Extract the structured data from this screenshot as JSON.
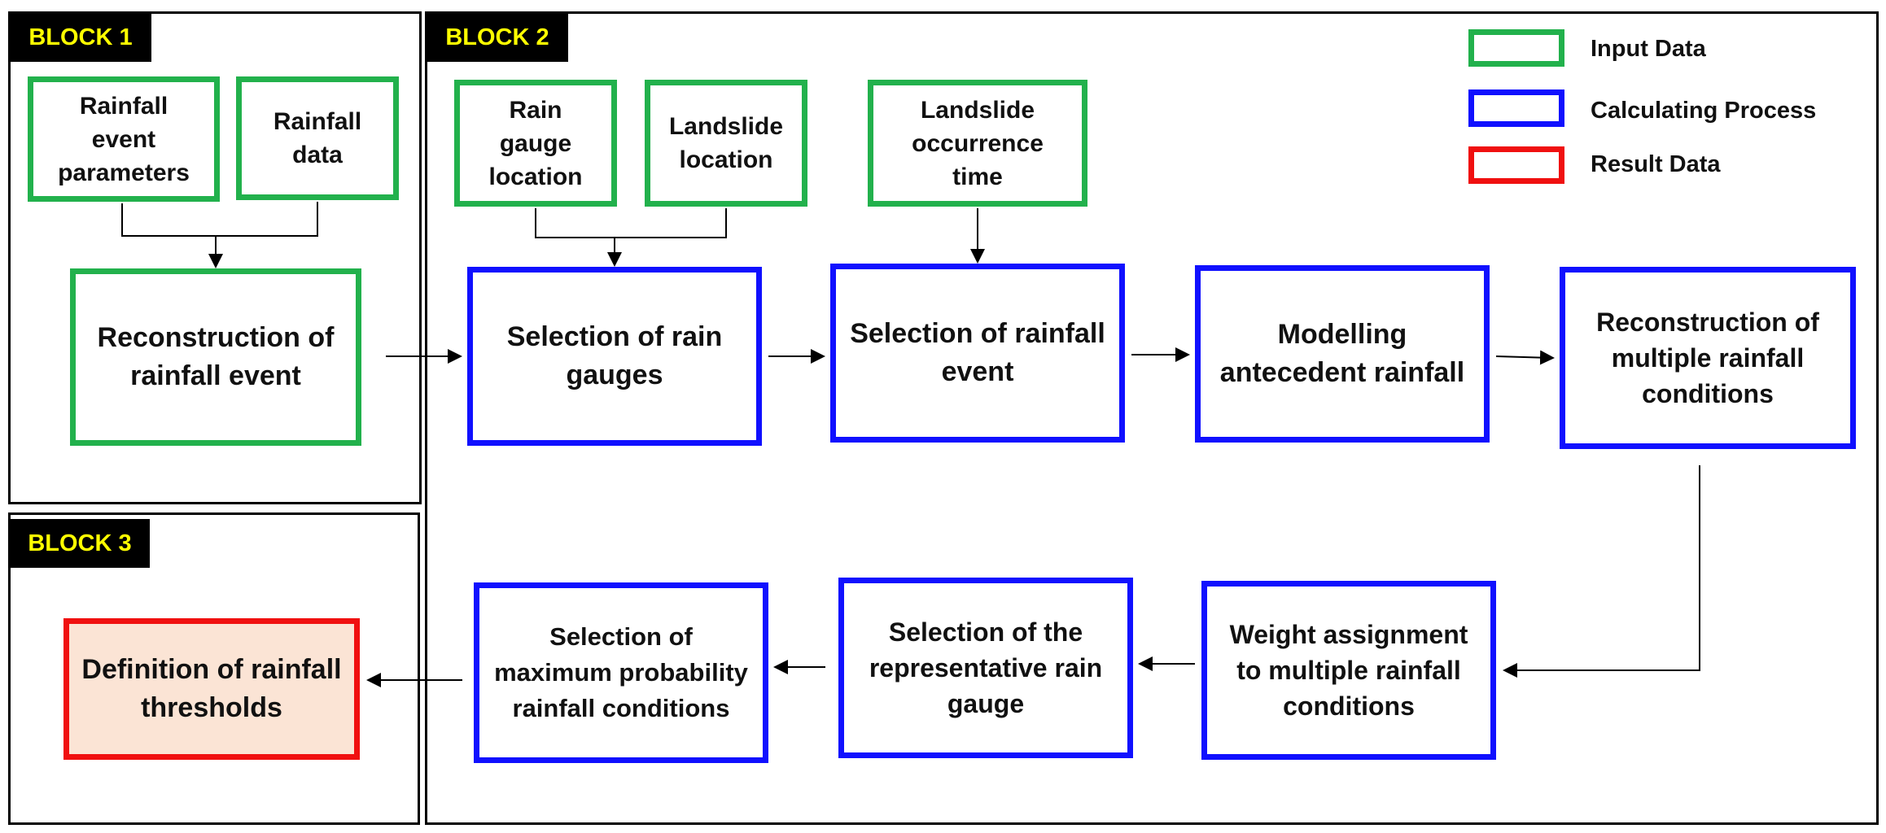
{
  "blocks": {
    "block1": "BLOCK 1",
    "block2": "BLOCK 2",
    "block3": "BLOCK 3"
  },
  "legend": [
    {
      "label": "Input Data",
      "color": "#22b14c"
    },
    {
      "label": "Calculating Process",
      "color": "#1010ff"
    },
    {
      "label": "Result Data",
      "color": "#f01010"
    }
  ],
  "nodes": {
    "rainfall_event_parameters": "Rainfall\nevent\nparameters",
    "rainfall_data": "Rainfall\ndata",
    "reconstruction_rainfall_event": "Reconstruction of\nrainfall event",
    "rain_gauge_location": "Rain\ngauge\nlocation",
    "landslide_location": "Landslide\nlocation",
    "landslide_occurrence_time": "Landslide\noccurrence\ntime",
    "selection_rain_gauges": "Selection of rain\ngauges",
    "selection_rainfall_event": "Selection of rainfall\nevent",
    "modelling_antecedent_rainfall": "Modelling\nantecedent rainfall",
    "reconstruction_multiple_conditions": "Reconstruction of\nmultiple rainfall\nconditions",
    "weight_assignment": "Weight assignment\nto multiple rainfall\nconditions",
    "selection_representative_gauge": "Selection of the\nrepresentative rain\ngauge",
    "selection_max_probability": "Selection of\nmaximum probability\nrainfall conditions",
    "definition_thresholds": "Definition of rainfall\nthresholds"
  }
}
